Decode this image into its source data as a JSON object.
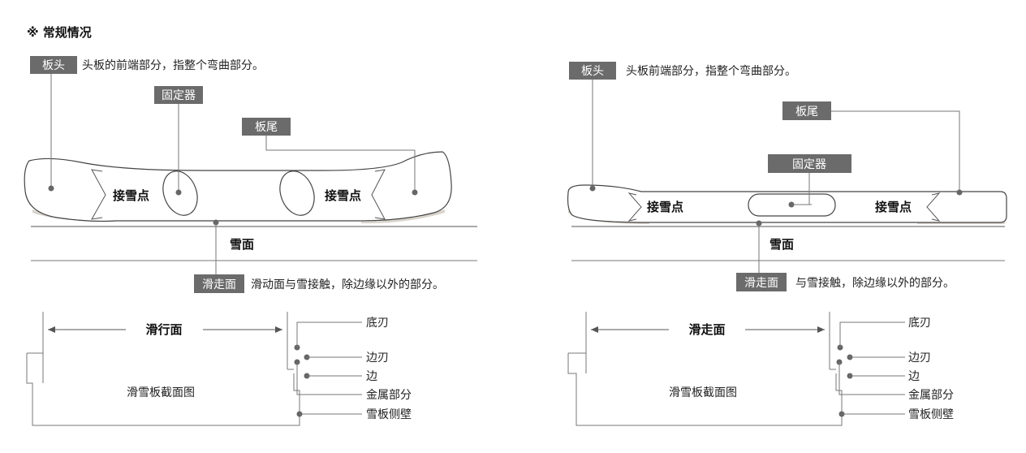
{
  "heading": "※ 常规情况",
  "left": {
    "tag_head": "板头",
    "desc_head": "头板的前端部分，指整个弯曲部分。",
    "tag_binding": "固定器",
    "tag_tail": "板尾",
    "contact_1": "接雪点",
    "contact_2": "接雪点",
    "snow": "雪面",
    "tag_base": "滑走面",
    "desc_base": "滑动面与雪接触，除边缘以外的部分。",
    "section": {
      "width_label": "滑行面",
      "body_label": "滑雪板截面图",
      "labels": [
        "底刃",
        "边刃",
        "边",
        "金属部分",
        "雪板侧壁"
      ]
    }
  },
  "right": {
    "tag_head": "板头",
    "desc_head": "头板前端部分，指整个弯曲部分。",
    "tag_tail": "板尾",
    "tag_binding": "固定器",
    "contact_1": "接雪点",
    "contact_2": "接雪点",
    "snow": "雪面",
    "tag_base": "滑走面",
    "desc_base": "与雪接触，除边缘以外的部分。",
    "section": {
      "width_label": "滑走面",
      "body_label": "滑雪板截面图",
      "labels": [
        "底刃",
        "边刃",
        "边",
        "金属部分",
        "雪板侧壁"
      ]
    }
  },
  "colors": {
    "tag_bg": "#6b6b6b",
    "board_base": "#d9d4cc",
    "line": "#777777"
  }
}
